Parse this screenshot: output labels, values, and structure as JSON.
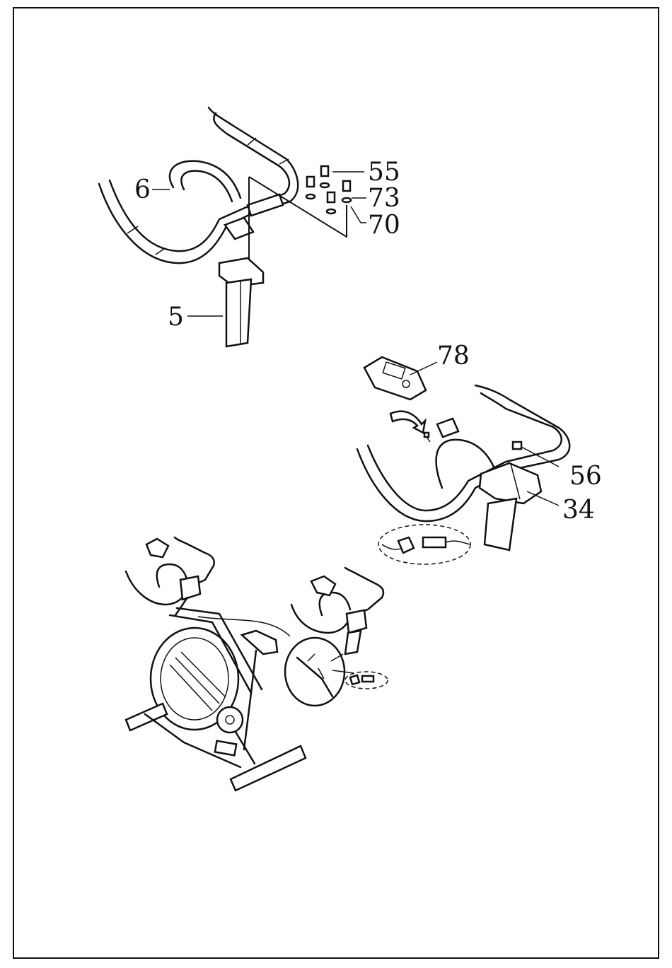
{
  "callouts": {
    "handlebar": "6",
    "bolt": "55",
    "washer_a": "73",
    "washer_b": "70",
    "post": "5",
    "console": "78",
    "screw": "56",
    "cover": "34"
  },
  "colors": {
    "line": "#111111",
    "background": "#ffffff"
  }
}
